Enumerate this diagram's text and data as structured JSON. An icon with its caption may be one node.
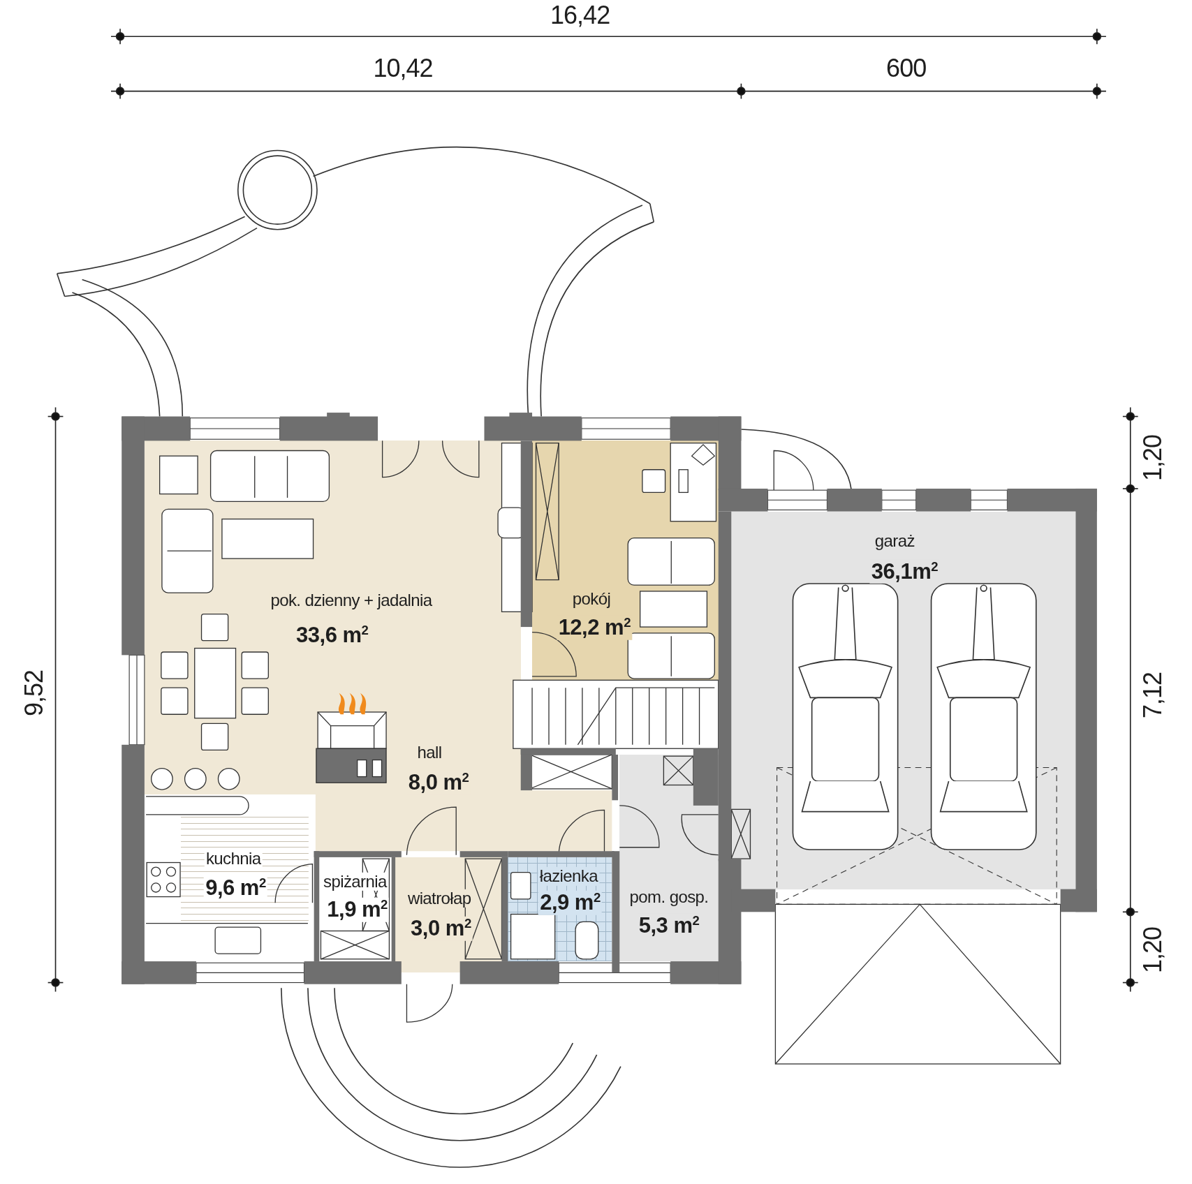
{
  "diagram": {
    "nodes": [
      {
        "text": [
          "pok. dzienny + jadalnia",
          "33,6 m$^{2}$"
        ]
      },
      {
        "text": [
          "pokój",
          "12,2 m$^{2}$"
        ]
      },
      {
        "text": [
          "garaż",
          "36,1m$^{2}$"
        ]
      },
      {
        "text": [
          "hall",
          "8,0 m$^{2}$"
        ]
      },
      {
        "text": [
          "kuchnia",
          "9,6 m$^{2}$"
        ]
      },
      {
        "text": [
          "spiżarnia",
          "1,9 m$^{2}$"
        ]
      },
      {
        "text": [
          "wiatrołap",
          "3,0 m$^{2}$"
        ]
      },
      {
        "text": [
          "łazienka",
          "2,9 m$^{2}$"
        ]
      },
      {
        "text": [
          "pom. gosp.",
          "5,3 m$^{2}$"
        ]
      }
    ],
    "labels": [
      "16,42",
      "10,42",
      "600",
      "9,52",
      "1,20",
      "7,12",
      "1,20"
    ]
  }
}
